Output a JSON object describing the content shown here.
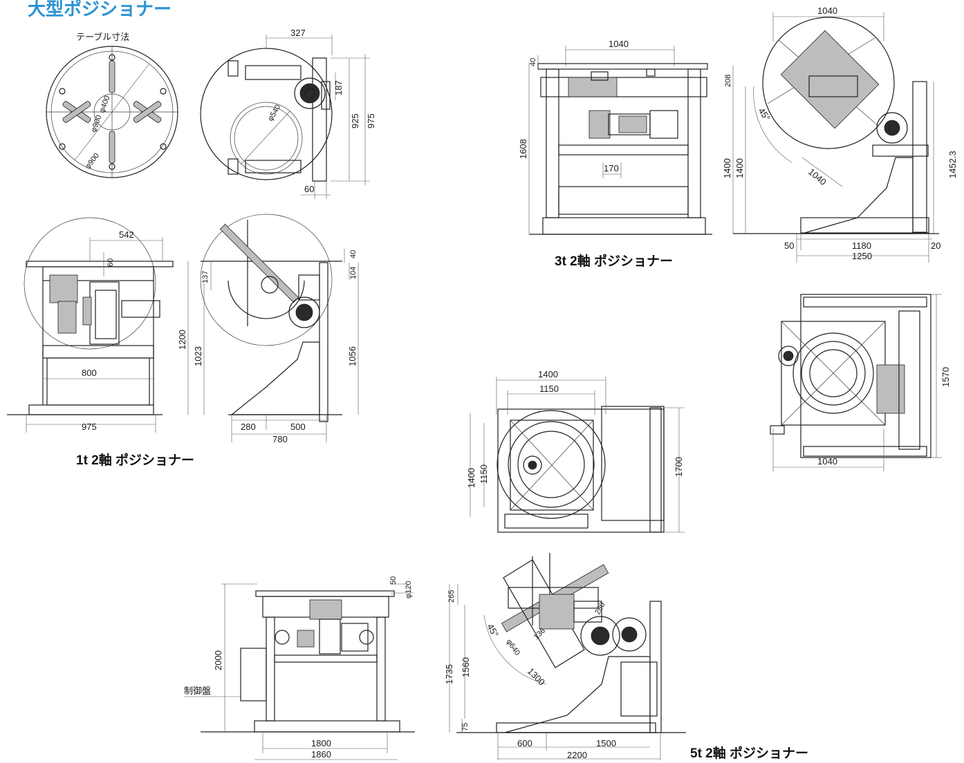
{
  "page": {
    "title": "大型ポジショナー",
    "table_size_label": "テーブル寸法",
    "control_panel_label": "制御盤"
  },
  "captions": {
    "p1t": "1t 2軸 ポジショナー",
    "p3t": "3t 2軸 ポジショナー",
    "p5t": "5t 2軸 ポジショナー"
  },
  "colors": {
    "title": "#2a93d4",
    "line": "#1e1e1e"
  },
  "dims": {
    "t1_table": [
      "φ400",
      "φ900",
      "φ900"
    ],
    "t1_top": {
      "d327": "327",
      "d187": "187",
      "d925": "925",
      "d975": "975",
      "d60": "60",
      "d540": "φ540"
    },
    "t1_front": {
      "d542": "542",
      "d60": "60",
      "d800": "800",
      "d975": "975"
    },
    "t1_side": {
      "d40": "40",
      "d137": "137",
      "d104": "104",
      "d1200": "1200",
      "d1023": "1023",
      "d1056": "1056",
      "d280": "280",
      "d500": "500",
      "d780": "780"
    },
    "t3_front": {
      "d1040": "1040",
      "d40": "40",
      "d170": "170",
      "d1608": "1608"
    },
    "t3_side": {
      "d1040top": "1040",
      "d208": "208",
      "d45": "45°",
      "d1040diag": "1040",
      "d1400a": "1400",
      "d1400b": "1400",
      "d14523": "1452.3",
      "d50": "50",
      "d1180": "1180",
      "d20": "20",
      "d1250": "1250"
    },
    "t3_plan": {
      "d1570": "1570",
      "d1040": "1040"
    },
    "t5_plan": {
      "d1400": "1400",
      "d1150": "1150",
      "d1400v": "1400",
      "d1150v": "1150",
      "d1700": "1700"
    },
    "t5_front": {
      "d50": "50",
      "d120": "φ120",
      "d2000": "2000",
      "d1800": "1800",
      "d1860": "1860"
    },
    "t5_side": {
      "d265": "265",
      "d1735": "1735",
      "d1560": "1560",
      "d75": "75",
      "d45": "45°",
      "d640": "φ640",
      "d136": "136",
      "d280": "280",
      "d1300": "1300",
      "d600": "600",
      "d1500": "1500",
      "d2200": "2200"
    }
  }
}
